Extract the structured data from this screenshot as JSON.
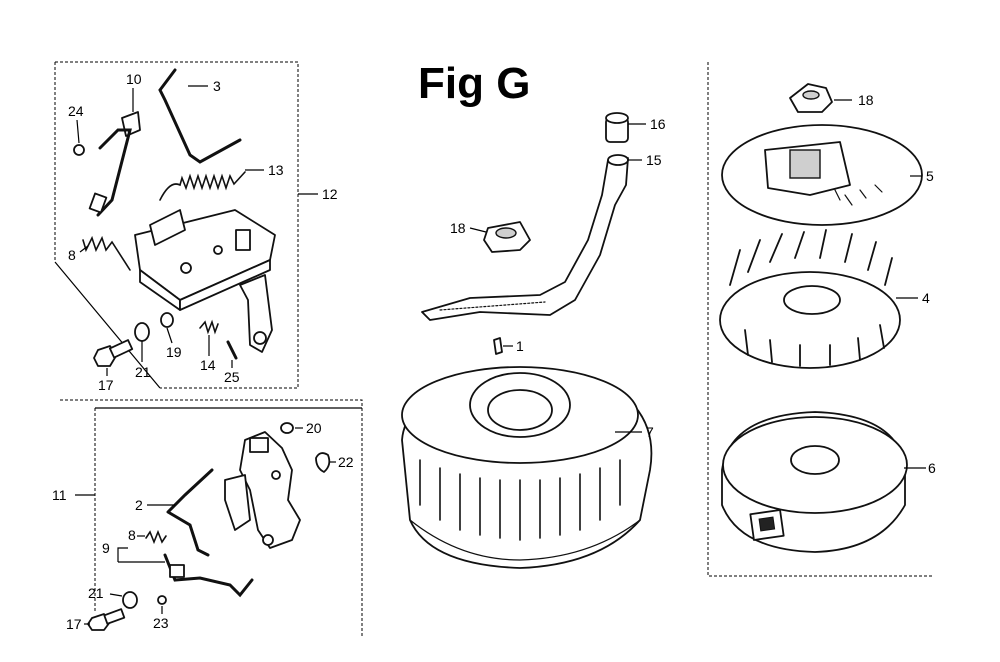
{
  "figure": {
    "title": "Fig G"
  },
  "callouts": {
    "c10": "10",
    "c3": "3",
    "c24": "24",
    "c13": "13",
    "c12": "12",
    "c8a": "8",
    "c19": "19",
    "c14": "14",
    "c25": "25",
    "c17a": "17",
    "c21a": "21",
    "c20": "20",
    "c22": "22",
    "c11": "11",
    "c2": "2",
    "c8b": "8",
    "c9": "9",
    "c21b": "21",
    "c17b": "17",
    "c23": "23",
    "c16": "16",
    "c15": "15",
    "c18a": "18",
    "c1": "1",
    "c7": "7",
    "c18b": "18",
    "c5": "5",
    "c4": "4",
    "c6": "6"
  }
}
